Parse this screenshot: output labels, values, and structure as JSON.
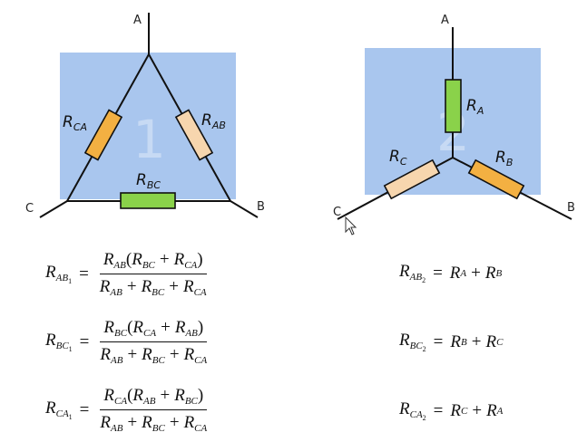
{
  "delta": {
    "nodes": {
      "a": "A",
      "b": "B",
      "c": "C"
    },
    "panel_number": "1",
    "resistors": {
      "ca": {
        "main": "R",
        "sub": "CA"
      },
      "ab": {
        "main": "R",
        "sub": "AB"
      },
      "bc": {
        "main": "R",
        "sub": "BC"
      }
    }
  },
  "star": {
    "nodes": {
      "a": "A",
      "b": "B",
      "c": "C"
    },
    "panel_number": "2",
    "resistors": {
      "a": {
        "main": "R",
        "sub": "A"
      },
      "b": {
        "main": "R",
        "sub": "B"
      },
      "c": {
        "main": "R",
        "sub": "C"
      }
    }
  },
  "colors": {
    "panel": "#a9c6ee",
    "orange": "#f3b042",
    "peach": "#f7d6ae",
    "green": "#8ad24a",
    "wire": "#111111"
  },
  "formulas_delta": [
    {
      "lhs": {
        "r": "R",
        "sub": "AB",
        "idx": "1"
      },
      "eq": "=",
      "num": {
        "a": {
          "r": "R",
          "s": "AB"
        },
        "open": "(",
        "b": {
          "r": "R",
          "s": "BC"
        },
        "plus": "+",
        "c": {
          "r": "R",
          "s": "CA"
        },
        "close": ")"
      },
      "den": {
        "a": {
          "r": "R",
          "s": "AB"
        },
        "p1": "+",
        "b": {
          "r": "R",
          "s": "BC"
        },
        "p2": "+",
        "c": {
          "r": "R",
          "s": "CA"
        }
      }
    },
    {
      "lhs": {
        "r": "R",
        "sub": "BC",
        "idx": "1"
      },
      "eq": "=",
      "num": {
        "a": {
          "r": "R",
          "s": "BC"
        },
        "open": "(",
        "b": {
          "r": "R",
          "s": "CA"
        },
        "plus": "+",
        "c": {
          "r": "R",
          "s": "AB"
        },
        "close": ")"
      },
      "den": {
        "a": {
          "r": "R",
          "s": "AB"
        },
        "p1": "+",
        "b": {
          "r": "R",
          "s": "BC"
        },
        "p2": "+",
        "c": {
          "r": "R",
          "s": "CA"
        }
      }
    },
    {
      "lhs": {
        "r": "R",
        "sub": "CA",
        "idx": "1"
      },
      "eq": "=",
      "num": {
        "a": {
          "r": "R",
          "s": "CA"
        },
        "open": "(",
        "b": {
          "r": "R",
          "s": "AB"
        },
        "plus": "+",
        "c": {
          "r": "R",
          "s": "BC"
        },
        "close": ")"
      },
      "den": {
        "a": {
          "r": "R",
          "s": "AB"
        },
        "p1": "+",
        "b": {
          "r": "R",
          "s": "BC"
        },
        "p2": "+",
        "c": {
          "r": "R",
          "s": "CA"
        }
      }
    }
  ],
  "formulas_star": [
    {
      "lhs": {
        "r": "R",
        "sub": "AB",
        "idx": "2"
      },
      "eq": "=",
      "a": {
        "r": "R",
        "s": "A"
      },
      "plus": "+",
      "b": {
        "r": "R",
        "s": "B"
      }
    },
    {
      "lhs": {
        "r": "R",
        "sub": "BC",
        "idx": "2"
      },
      "eq": "=",
      "a": {
        "r": "R",
        "s": "B"
      },
      "plus": "+",
      "b": {
        "r": "R",
        "s": "C"
      }
    },
    {
      "lhs": {
        "r": "R",
        "sub": "CA",
        "idx": "2"
      },
      "eq": "=",
      "a": {
        "r": "R",
        "s": "C"
      },
      "plus": "+",
      "b": {
        "r": "R",
        "s": "A"
      }
    }
  ]
}
